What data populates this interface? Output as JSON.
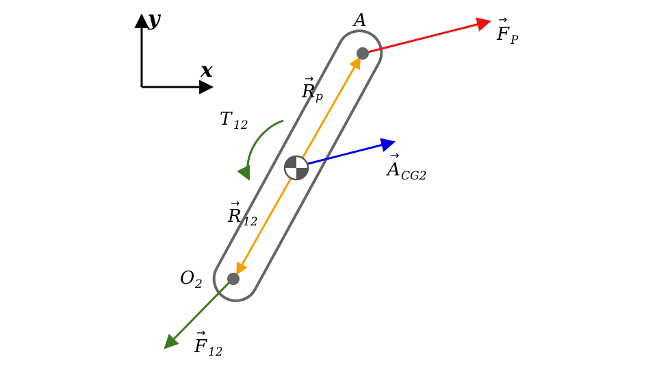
{
  "axes": {
    "x_label": "x",
    "y_label": "y"
  },
  "points": {
    "a_label": "A",
    "o2_label": "O",
    "o2_sub": "2"
  },
  "vectors": {
    "fp": {
      "label": "F",
      "sub": "P",
      "color": "#ee1111"
    },
    "rp": {
      "label": "R",
      "sub": "p",
      "color": "#f5a000"
    },
    "acg2": {
      "label": "A",
      "sub": "CG2",
      "color": "#0000dd"
    },
    "r12": {
      "label": "R",
      "sub": "12",
      "color": "#f5a000"
    },
    "f12": {
      "label": "F",
      "sub": "12",
      "color": "#3a7a1e"
    }
  },
  "torque": {
    "label": "T",
    "sub": "12",
    "color": "#3a7a1e"
  },
  "link": {
    "outline_color": "#666666",
    "pin_color": "#666666"
  }
}
